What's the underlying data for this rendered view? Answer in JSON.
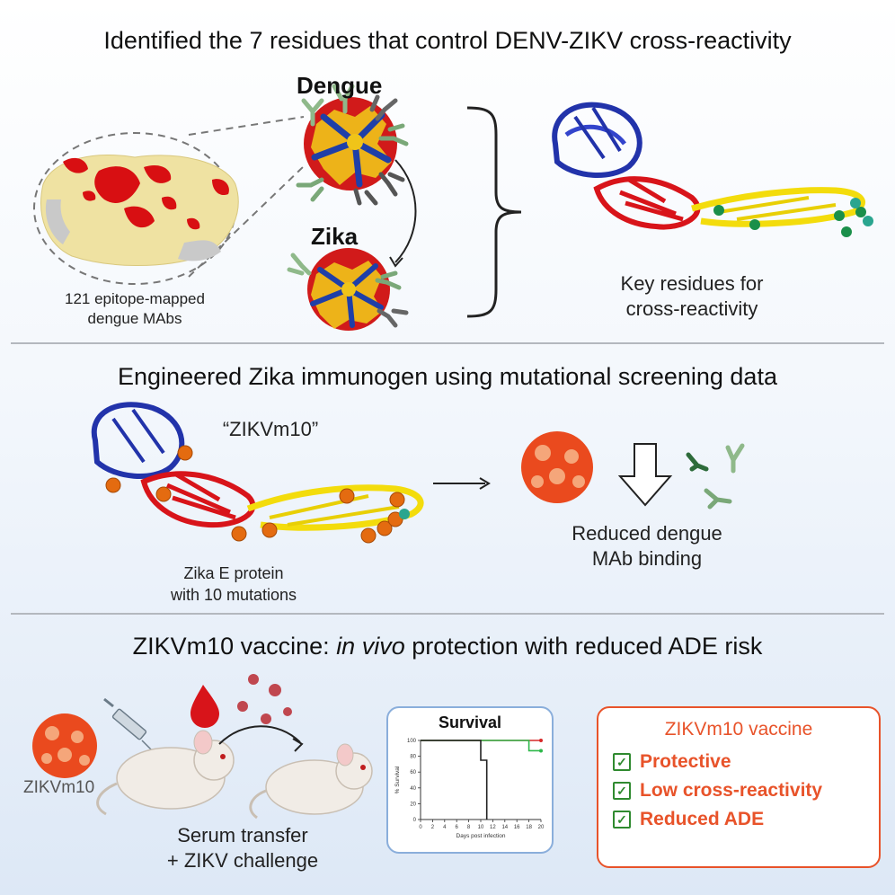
{
  "sections": {
    "s1_title": "Identified the 7 residues that control DENV-ZIKV cross-reactivity",
    "s2_title": "Engineered Zika immunogen using mutational screening data",
    "s3_title_pre": "ZIKVm10 vaccine: ",
    "s3_title_em": "in vivo",
    "s3_title_post": " protection with reduced ADE risk"
  },
  "panel1": {
    "epitope_caption_1": "121 epitope-mapped",
    "epitope_caption_2": "dengue MAbs",
    "dengue_label": "Dengue",
    "zika_label": "Zika",
    "key_caption_1": "Key residues for",
    "key_caption_2": "cross-reactivity"
  },
  "panel2": {
    "construct_label": "“ZIKVm10”",
    "protein_caption_1": "Zika E protein",
    "protein_caption_2": "with 10 mutations",
    "binding_caption_1": "Reduced dengue",
    "binding_caption_2": "MAb binding"
  },
  "panel3": {
    "zikv_label": "ZIKVm10",
    "transfer_caption_1": "Serum transfer",
    "transfer_caption_2": "+ ZIKV challenge",
    "survival_title": "Survival",
    "vaccine_title": "ZIKVm10 vaccine",
    "benefits": [
      "Protective",
      "Low cross-reactivity",
      "Reduced ADE"
    ]
  },
  "chart_data": {
    "type": "line",
    "title": "Survival",
    "xlabel": "Days post infection",
    "ylabel": "% Survival",
    "xlim": [
      0,
      20
    ],
    "ylim": [
      0,
      100
    ],
    "x_ticks": [
      0,
      2,
      4,
      6,
      8,
      10,
      12,
      14,
      16,
      18,
      20
    ],
    "y_ticks": [
      0,
      20,
      40,
      60,
      80,
      100
    ],
    "series": [
      {
        "color": "#d62828",
        "x": [
          0,
          20
        ],
        "y": [
          100,
          100
        ]
      },
      {
        "color": "#2db84a",
        "x": [
          0,
          16,
          18,
          20
        ],
        "y": [
          100,
          100,
          87,
          87
        ]
      },
      {
        "color": "#222222",
        "x": [
          0,
          10,
          10,
          11,
          11
        ],
        "y": [
          100,
          100,
          75,
          75,
          0
        ]
      }
    ]
  },
  "colors": {
    "accent": "#e8532a",
    "check": "#2f8a2f",
    "divider": "#b4b8be",
    "survival_border": "#8aaedb"
  }
}
